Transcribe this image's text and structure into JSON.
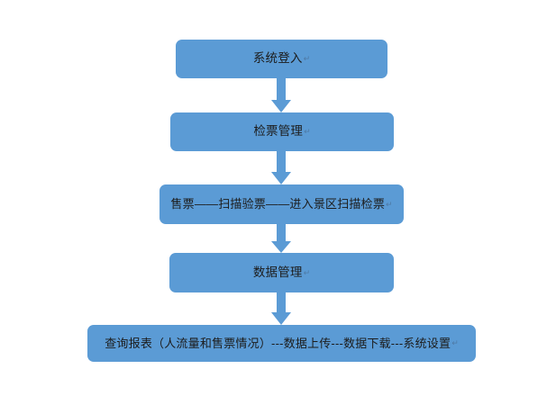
{
  "diagram": {
    "type": "flowchart",
    "orientation": "top-to-bottom",
    "background_color": "#FFFFFF",
    "node_fill_color": "#5B9BD5",
    "node_text_color": "#1C1C1C",
    "connector_color": "#5B9BD5",
    "nodes": [
      {
        "id": "login",
        "label": "系统登入",
        "trailing_mark": "↵"
      },
      {
        "id": "ticket",
        "label": "检票管理",
        "trailing_mark": "↵"
      },
      {
        "id": "sell",
        "label": "售票——扫描验票——进入景区扫描检票",
        "trailing_mark": "↵"
      },
      {
        "id": "data",
        "label": "数据管理",
        "trailing_mark": "↵"
      },
      {
        "id": "report",
        "label": "查询报表（人流量和售票情况）---数据上传---数据下载---系统设置",
        "trailing_mark": "↵"
      }
    ],
    "connectors": [
      {
        "id": "arrow-1",
        "from": "login",
        "to": "ticket",
        "icon": "arrow-down-icon"
      },
      {
        "id": "arrow-2",
        "from": "ticket",
        "to": "sell",
        "icon": "arrow-down-icon"
      },
      {
        "id": "arrow-3",
        "from": "sell",
        "to": "data",
        "icon": "arrow-down-icon"
      },
      {
        "id": "arrow-4",
        "from": "data",
        "to": "report",
        "icon": "arrow-down-icon"
      }
    ]
  }
}
